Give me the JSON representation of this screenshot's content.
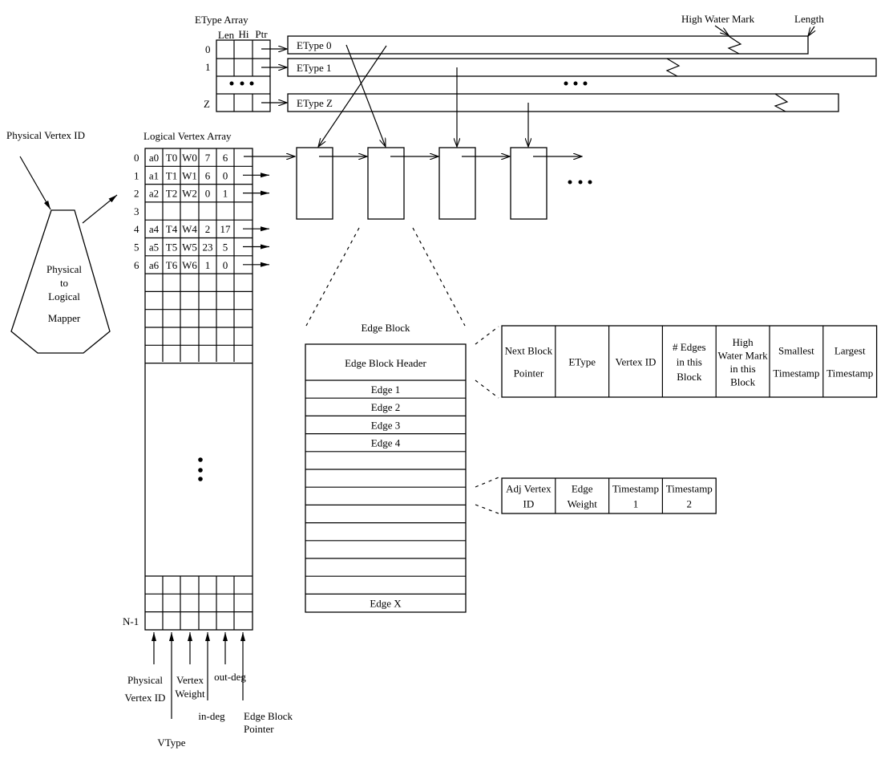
{
  "etype_array": {
    "title": "EType Array",
    "columns": [
      "Len",
      "Hi",
      "Ptr"
    ],
    "row_labels": [
      "0",
      "1",
      "Z"
    ],
    "ellipsis": "• • •",
    "bars": [
      "EType 0",
      "EType 1",
      "EType Z"
    ],
    "bars_ellipsis": "• • •",
    "annotations": {
      "high_water_mark": "High Water Mark",
      "length": "Length"
    }
  },
  "mapper": {
    "input_label": "Physical Vertex ID",
    "lines": [
      "Physical",
      "to",
      "Logical",
      "Mapper"
    ]
  },
  "logical_vertex_array": {
    "title": "Logical Vertex Array",
    "rows": [
      {
        "index": "0",
        "cells": [
          "a0",
          "T0",
          "W0",
          "7",
          "6"
        ]
      },
      {
        "index": "1",
        "cells": [
          "a1",
          "T1",
          "W1",
          "6",
          "0"
        ]
      },
      {
        "index": "2",
        "cells": [
          "a2",
          "T2",
          "W2",
          "0",
          "1"
        ]
      },
      {
        "index": "3",
        "cells": [
          "",
          "",
          "",
          "",
          ""
        ]
      },
      {
        "index": "4",
        "cells": [
          "a4",
          "T4",
          "W4",
          "2",
          "17"
        ]
      },
      {
        "index": "5",
        "cells": [
          "a5",
          "T5",
          "W5",
          "23",
          "5"
        ]
      },
      {
        "index": "6",
        "cells": [
          "a6",
          "T6",
          "W6",
          "1",
          "0"
        ]
      }
    ],
    "last_row_label": "N-1",
    "ellipsis": "•",
    "column_labels": {
      "physical_vertex_id": [
        "Physical",
        "Vertex ID"
      ],
      "vtype": "VType",
      "vertex_weight": [
        "Vertex",
        "Weight"
      ],
      "in_deg": "in-deg",
      "out_deg": "out-deg",
      "edge_block_pointer": [
        "Edge Block",
        "Pointer"
      ]
    }
  },
  "edge_block_chain": {
    "ellipsis": "• • •"
  },
  "edge_block": {
    "title": "Edge Block",
    "header": "Edge Block Header",
    "edges": [
      "Edge 1",
      "Edge 2",
      "Edge 3",
      "Edge 4",
      "",
      "",
      "",
      "",
      "",
      "",
      "",
      "",
      "Edge X"
    ]
  },
  "header_fields": [
    [
      "Next Block",
      "Pointer"
    ],
    [
      "EType"
    ],
    [
      "Vertex ID"
    ],
    [
      "# Edges",
      "in this",
      "Block"
    ],
    [
      "High",
      "Water Mark",
      "in this",
      "Block"
    ],
    [
      "Smallest",
      "Timestamp"
    ],
    [
      "Largest",
      "Timestamp"
    ]
  ],
  "edge_fields": [
    [
      "Adj Vertex",
      "ID"
    ],
    [
      "Edge",
      "Weight"
    ],
    [
      "Timestamp",
      "1"
    ],
    [
      "Timestamp",
      "2"
    ]
  ]
}
